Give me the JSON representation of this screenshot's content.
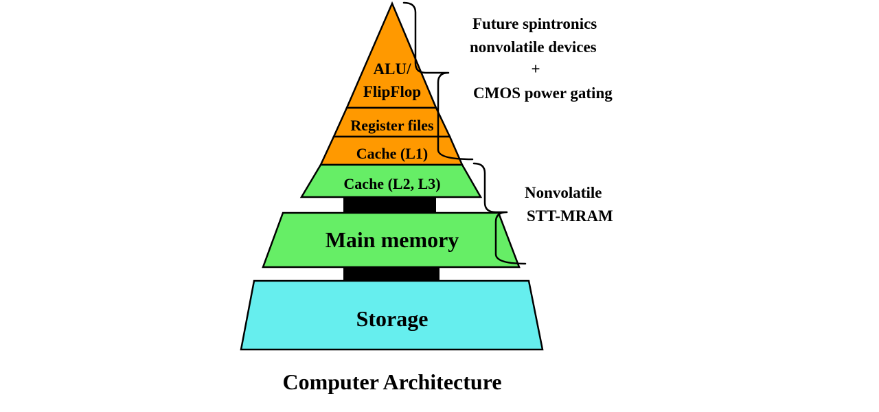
{
  "colors": {
    "orange": "#FF9900",
    "green": "#66EE66",
    "cyan": "#66EEEE",
    "connector": "#000000"
  },
  "pyramid": {
    "levels": [
      {
        "id": "alu",
        "line1": "ALU/",
        "line2": "FlipFlop",
        "color": "orange"
      },
      {
        "id": "registers",
        "label": "Register files",
        "color": "orange"
      },
      {
        "id": "cache-l1",
        "label": "Cache (L1)",
        "color": "orange"
      },
      {
        "id": "cache-l2-l3",
        "label": "Cache (L2, L3)",
        "color": "green"
      },
      {
        "id": "main-memory",
        "label": "Main memory",
        "color": "green"
      },
      {
        "id": "storage",
        "label": "Storage",
        "color": "cyan"
      }
    ]
  },
  "annotations": {
    "upper": {
      "line1": "Future spintronics",
      "line2": "nonvolatile devices",
      "line3": "+",
      "line4": "CMOS power gating"
    },
    "lower": {
      "line1": "Nonvolatile",
      "line2": "STT-MRAM"
    }
  },
  "caption": "Computer Architecture"
}
